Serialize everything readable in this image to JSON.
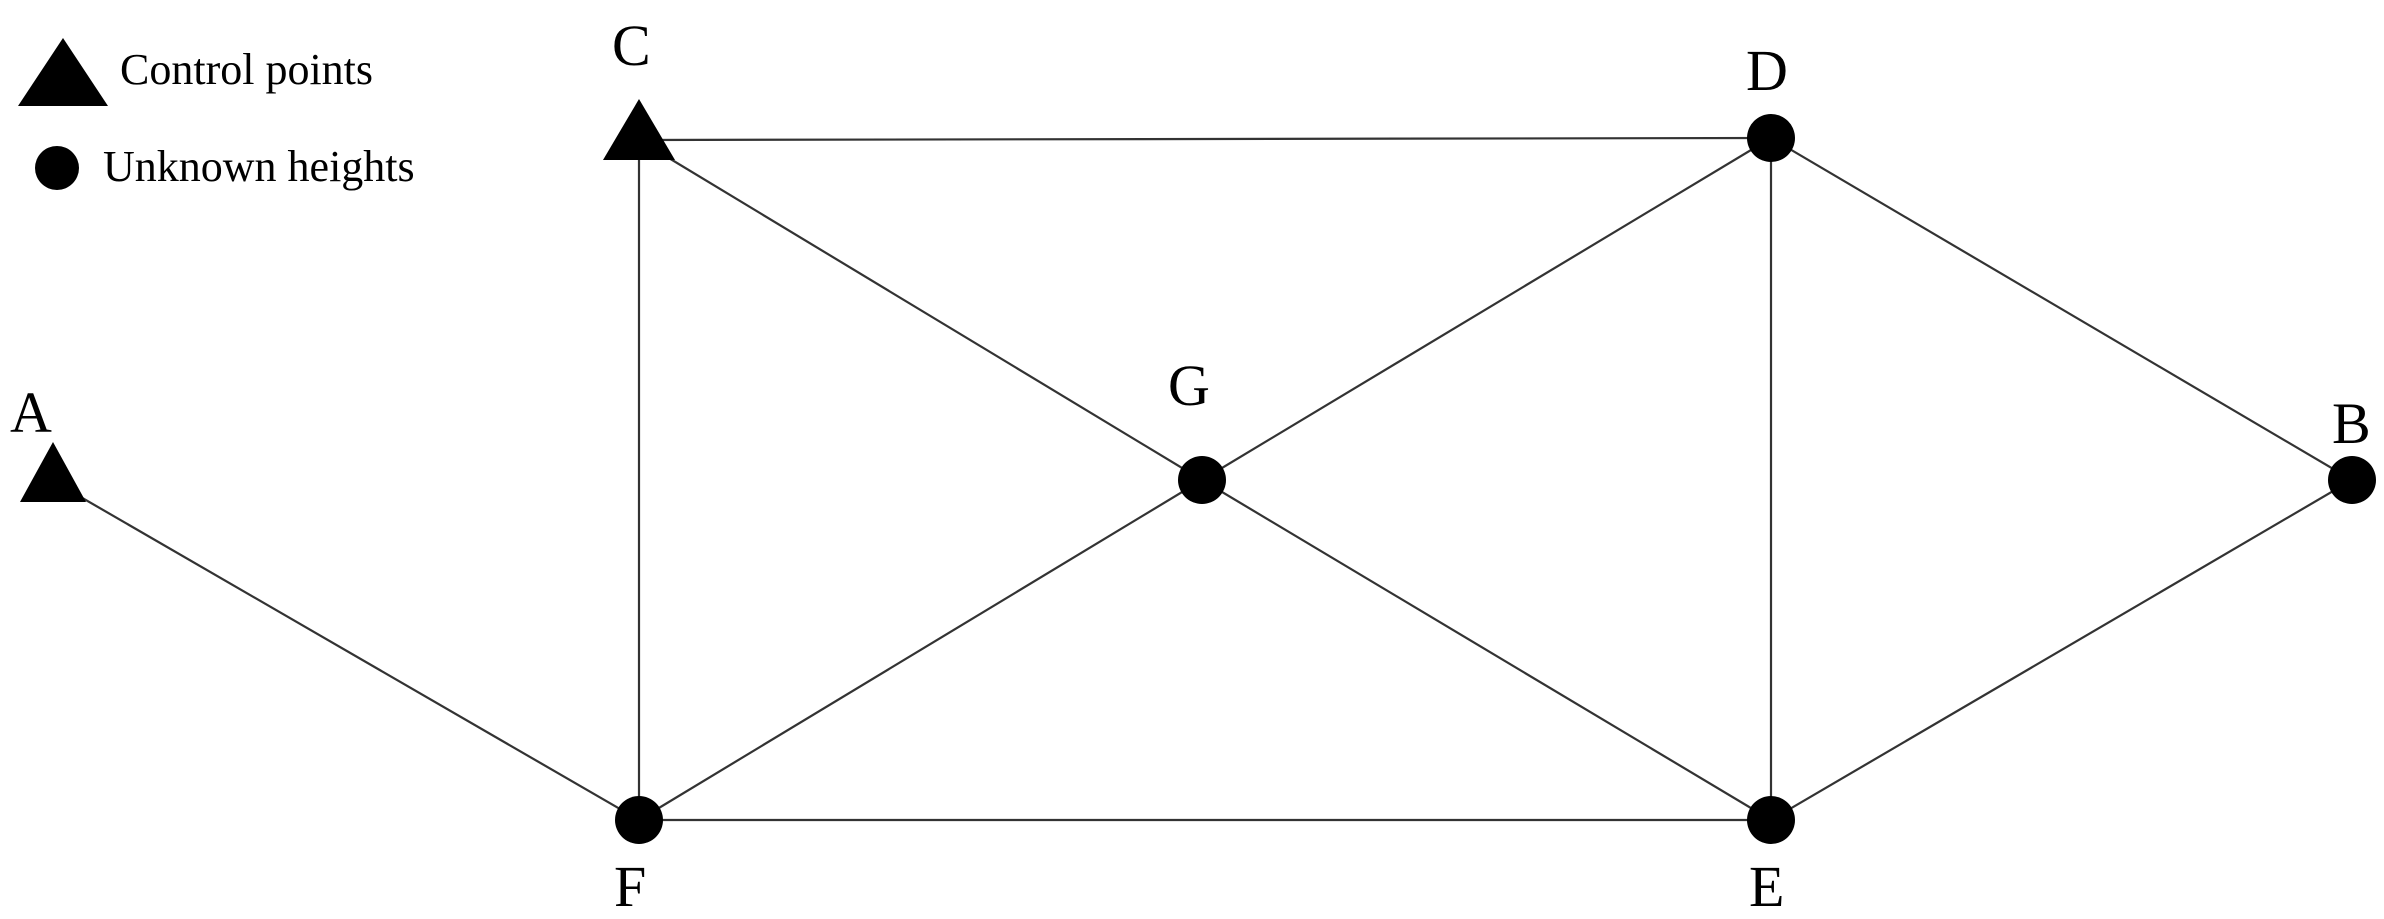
{
  "legend": {
    "control_label": "Control points",
    "unknown_label": "Unknown heights"
  },
  "nodes": {
    "A": {
      "label": "A",
      "kind": "control"
    },
    "B": {
      "label": "B",
      "kind": "unknown"
    },
    "C": {
      "label": "C",
      "kind": "control"
    },
    "D": {
      "label": "D",
      "kind": "unknown"
    },
    "E": {
      "label": "E",
      "kind": "unknown"
    },
    "F": {
      "label": "F",
      "kind": "unknown"
    },
    "G": {
      "label": "G",
      "kind": "unknown"
    }
  },
  "edges": [
    [
      "A",
      "F"
    ],
    [
      "C",
      "D"
    ],
    [
      "C",
      "F"
    ],
    [
      "C",
      "G"
    ],
    [
      "D",
      "G"
    ],
    [
      "D",
      "E"
    ],
    [
      "D",
      "B"
    ],
    [
      "B",
      "E"
    ],
    [
      "G",
      "F"
    ],
    [
      "G",
      "E"
    ],
    [
      "F",
      "E"
    ]
  ]
}
